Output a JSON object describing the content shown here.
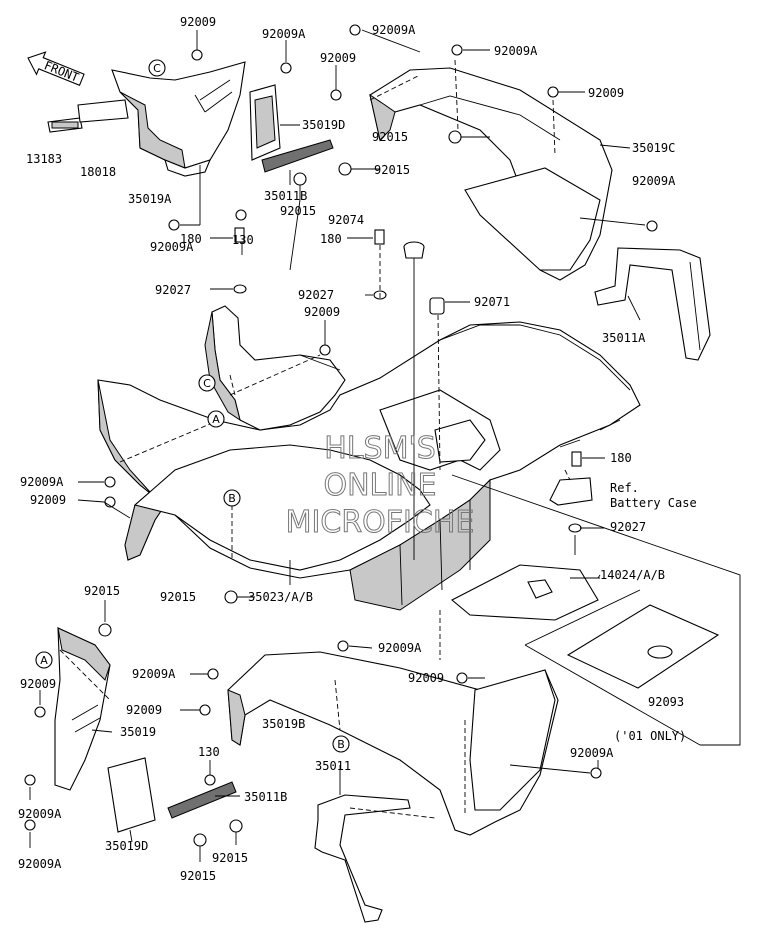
{
  "front_arrow": {
    "label": "FRONT"
  },
  "callouts": [
    "A",
    "B",
    "C"
  ],
  "ref_note": {
    "line1": "Ref.",
    "line2": "Battery Case"
  },
  "only_note": "('01 ONLY)",
  "watermark": {
    "line1": "HLSM'S",
    "line2": "ONLINE",
    "line3": "MICROFICHE"
  },
  "part_labels": [
    "92009",
    "92009A",
    "92009A",
    "92009A",
    "92009",
    "92009",
    "13183",
    "18018",
    "35019A",
    "35019D",
    "35011B",
    "92015",
    "92015",
    "92015",
    "35019C",
    "92009A",
    "92009A",
    "130",
    "180",
    "180",
    "92074",
    "92027",
    "92027",
    "92009",
    "92071",
    "35011A",
    "92009A",
    "92009",
    "180",
    "92027",
    "92015",
    "35023/A/B",
    "14024/A/B",
    "92015",
    "92009",
    "92009A",
    "92009A",
    "92009",
    "35019",
    "92009A",
    "35019B",
    "92009",
    "92009A",
    "92093",
    "130",
    "35011",
    "35011B",
    "92009A",
    "35019D",
    "92015",
    "92015"
  ]
}
